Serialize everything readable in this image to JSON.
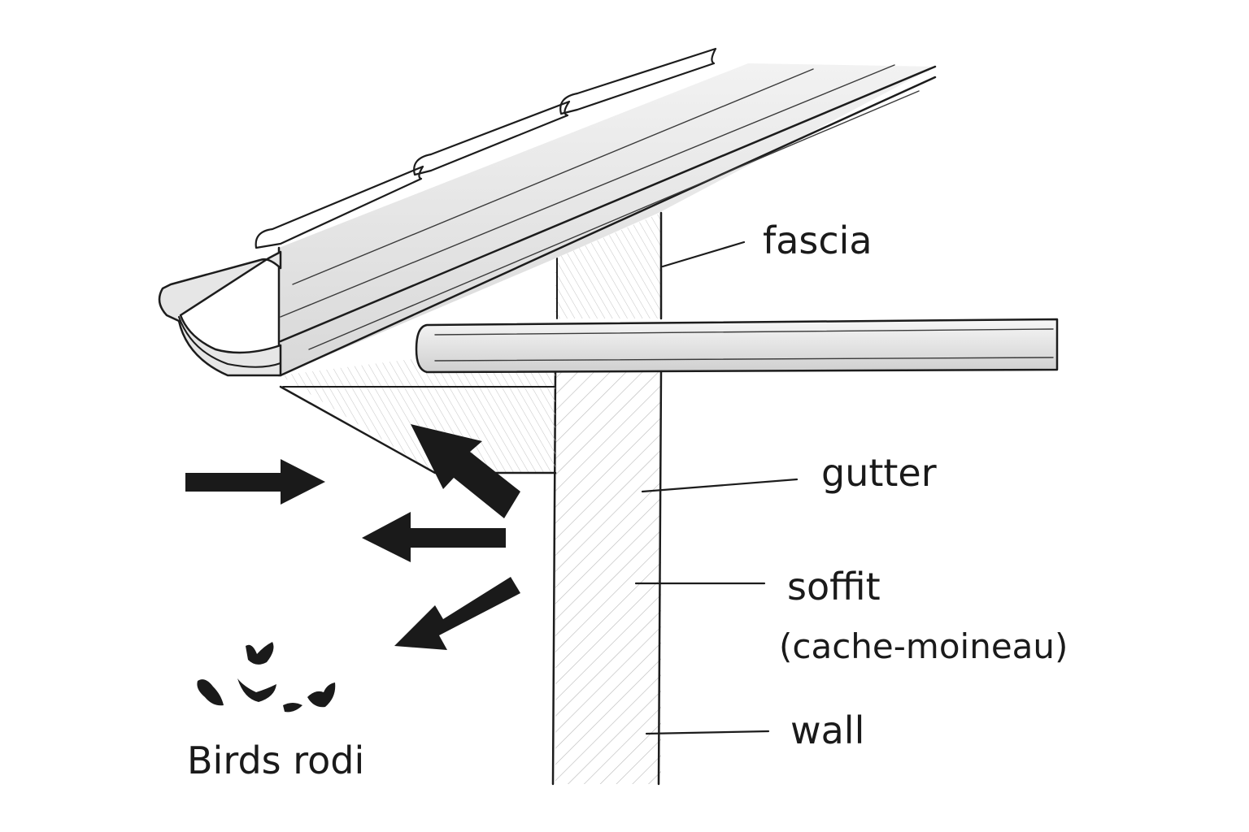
{
  "labels": {
    "fascia": "fascia",
    "gutter": "gutter",
    "soffit": "soffit",
    "soffit_alt": "(cache-moineau)",
    "wall": "wall",
    "birds": "Birds rodi"
  }
}
